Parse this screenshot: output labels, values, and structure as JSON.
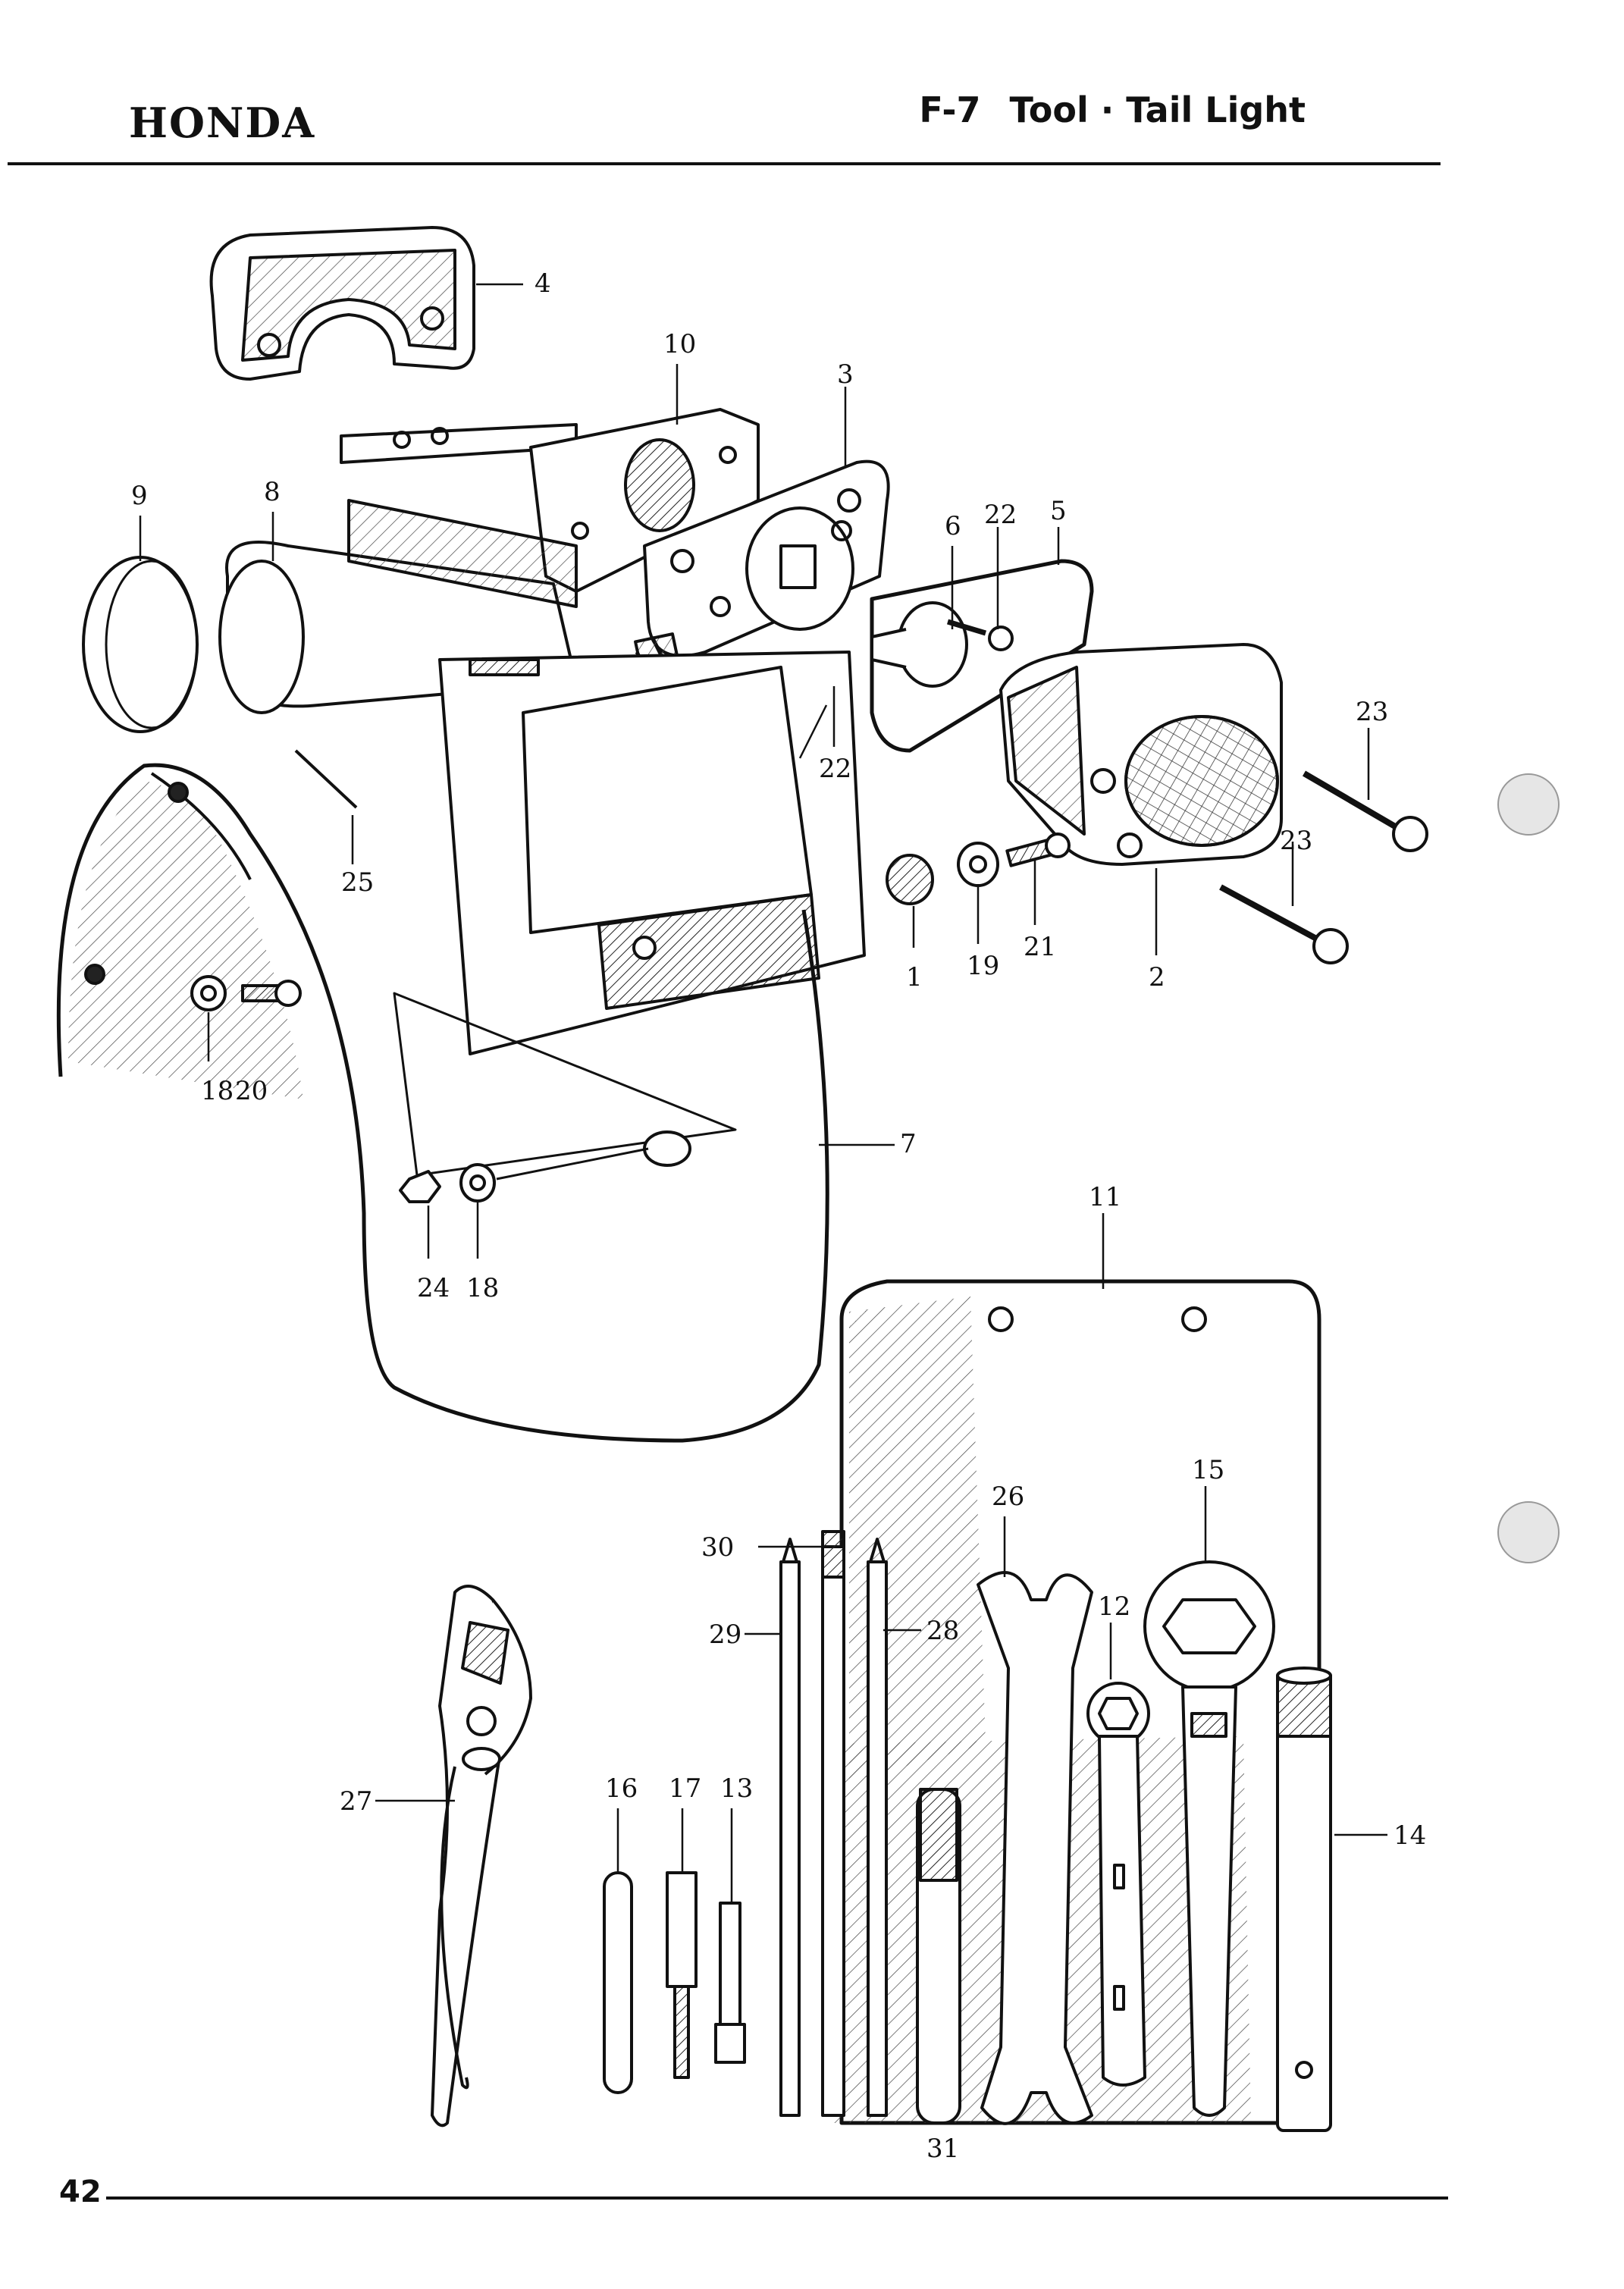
{
  "header": {
    "brand": "HONDA",
    "section_code": "F-7",
    "section_title": "Tool · Tail Light"
  },
  "footer": {
    "page_number": "42"
  },
  "callouts": [
    {
      "id": "c1",
      "label": "1"
    },
    {
      "id": "c2",
      "label": "2"
    },
    {
      "id": "c3",
      "label": "3"
    },
    {
      "id": "c4",
      "label": "4"
    },
    {
      "id": "c5",
      "label": "5"
    },
    {
      "id": "c6",
      "label": "6"
    },
    {
      "id": "c7",
      "label": "7"
    },
    {
      "id": "c8",
      "label": "8"
    },
    {
      "id": "c9",
      "label": "9"
    },
    {
      "id": "c10",
      "label": "10"
    },
    {
      "id": "c11",
      "label": "11"
    },
    {
      "id": "c12",
      "label": "12"
    },
    {
      "id": "c13",
      "label": "13"
    },
    {
      "id": "c14",
      "label": "14"
    },
    {
      "id": "c15",
      "label": "15"
    },
    {
      "id": "c16",
      "label": "16"
    },
    {
      "id": "c17",
      "label": "17"
    },
    {
      "id": "c18a",
      "label": "18"
    },
    {
      "id": "c18b",
      "label": "18"
    },
    {
      "id": "c19",
      "label": "19"
    },
    {
      "id": "c20",
      "label": "20"
    },
    {
      "id": "c21",
      "label": "21"
    },
    {
      "id": "c22a",
      "label": "22"
    },
    {
      "id": "c22b",
      "label": "22"
    },
    {
      "id": "c23a",
      "label": "23"
    },
    {
      "id": "c23b",
      "label": "23"
    },
    {
      "id": "c24",
      "label": "24"
    },
    {
      "id": "c25",
      "label": "25"
    },
    {
      "id": "c26",
      "label": "26"
    },
    {
      "id": "c27",
      "label": "27"
    },
    {
      "id": "c28",
      "label": "28"
    },
    {
      "id": "c29",
      "label": "29"
    },
    {
      "id": "c30",
      "label": "30"
    },
    {
      "id": "c31",
      "label": "31"
    }
  ]
}
